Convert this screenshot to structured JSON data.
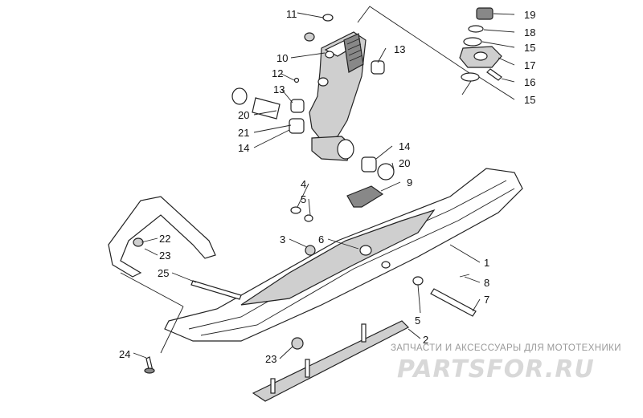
{
  "labels": [
    {
      "id": "11",
      "text": "11"
    },
    {
      "id": "10",
      "text": "10"
    },
    {
      "id": "12",
      "text": "12"
    },
    {
      "id": "13a",
      "text": "13"
    },
    {
      "id": "13b",
      "text": "13"
    },
    {
      "id": "20a",
      "text": "20"
    },
    {
      "id": "21",
      "text": "21"
    },
    {
      "id": "14a",
      "text": "14"
    },
    {
      "id": "14b",
      "text": "14"
    },
    {
      "id": "20b",
      "text": "20"
    },
    {
      "id": "19",
      "text": "19"
    },
    {
      "id": "18",
      "text": "18"
    },
    {
      "id": "15a",
      "text": "15"
    },
    {
      "id": "17",
      "text": "17"
    },
    {
      "id": "16",
      "text": "16"
    },
    {
      "id": "15b",
      "text": "15"
    },
    {
      "id": "4",
      "text": "4"
    },
    {
      "id": "5a",
      "text": "5"
    },
    {
      "id": "9",
      "text": "9"
    },
    {
      "id": "3",
      "text": "3"
    },
    {
      "id": "6",
      "text": "6"
    },
    {
      "id": "22",
      "text": "22"
    },
    {
      "id": "23a",
      "text": "23"
    },
    {
      "id": "25",
      "text": "25"
    },
    {
      "id": "1",
      "text": "1"
    },
    {
      "id": "8",
      "text": "8"
    },
    {
      "id": "7",
      "text": "7"
    },
    {
      "id": "5b",
      "text": "5"
    },
    {
      "id": "2",
      "text": "2"
    },
    {
      "id": "24",
      "text": "24"
    },
    {
      "id": "23b",
      "text": "23"
    }
  ],
  "watermark": {
    "caption": "ЗАПЧАСТИ И АКСЕССУАРЫ ДЛЯ МОТОТЕХНИКИ",
    "logo": "PARTSFOR.RU"
  }
}
